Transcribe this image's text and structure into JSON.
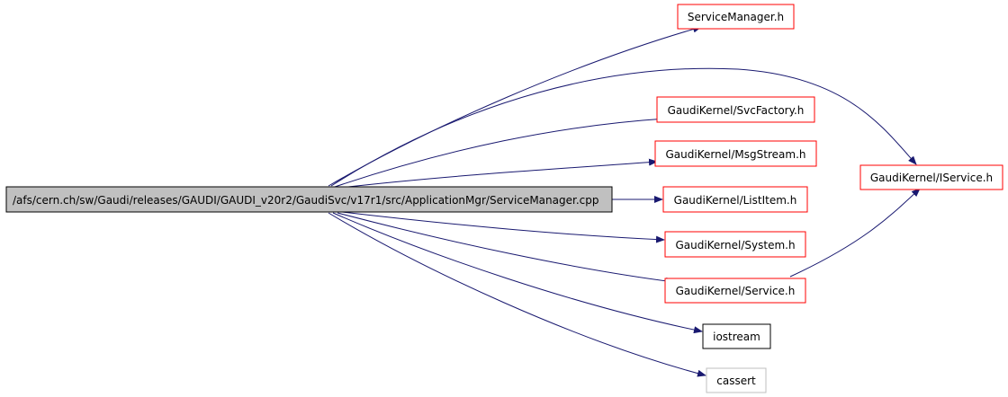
{
  "colors": {
    "edge": "#191970",
    "root_fill": "#c0c0c0",
    "root_border": "#000000",
    "header_border": "#ff0000",
    "system_border": "#000000",
    "unresolved_border": "#bfbfbf"
  },
  "nodes": {
    "root": "/afs/cern.ch/sw/Gaudi/releases/GAUDI/GAUDI_v20r2/GaudiSvc/v17r1/src/ApplicationMgr/ServiceManager.cpp",
    "service_manager_h": "ServiceManager.h",
    "svc_factory_h": "GaudiKernel/SvcFactory.h",
    "msg_stream_h": "GaudiKernel/MsgStream.h",
    "list_item_h": "GaudiKernel/ListItem.h",
    "system_h": "GaudiKernel/System.h",
    "service_h": "GaudiKernel/Service.h",
    "iservice_h": "GaudiKernel/IService.h",
    "iostream": "iostream",
    "cassert": "cassert"
  }
}
